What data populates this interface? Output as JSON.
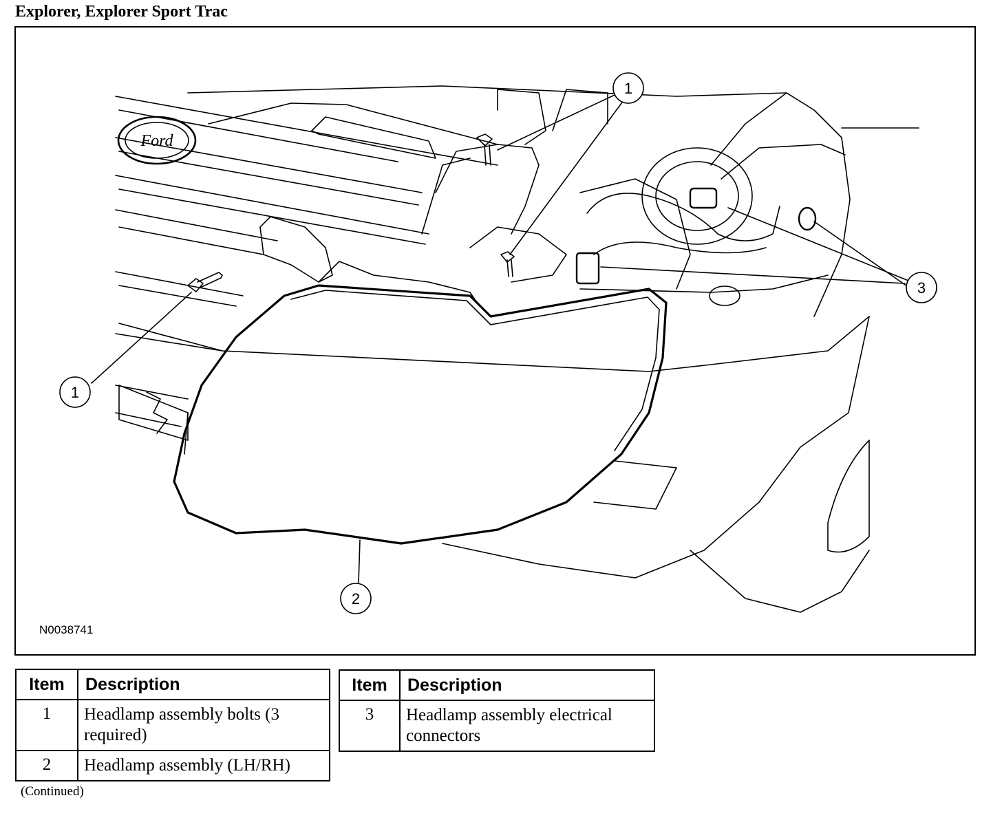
{
  "page": {
    "title": "Explorer, Explorer Sport Trac",
    "continued": "(Continued)"
  },
  "figure": {
    "id": "N0038741",
    "emblem_text": "Ford",
    "callouts": [
      "1",
      "1",
      "2",
      "3"
    ]
  },
  "legend": {
    "header_item": "Item",
    "header_description": "Description",
    "left_rows": [
      {
        "item": "1",
        "description": "Headlamp assembly bolts (3 required)"
      },
      {
        "item": "2",
        "description": "Headlamp assembly (LH/RH)"
      }
    ],
    "right_rows": [
      {
        "item": "3",
        "description": "Headlamp assembly electrical connectors"
      }
    ]
  }
}
